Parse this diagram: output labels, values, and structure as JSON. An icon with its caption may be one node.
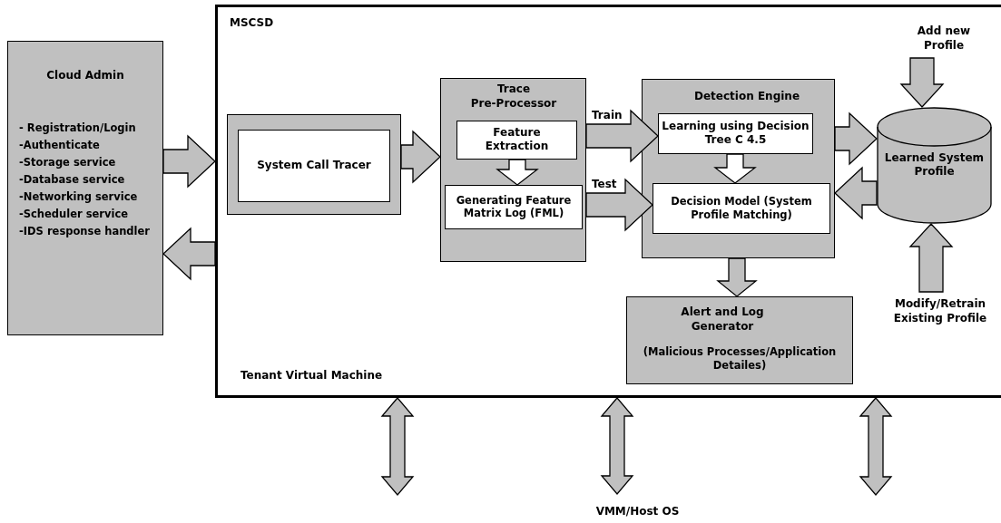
{
  "diagram": {
    "nodes": [
      {
        "text": [
          "MSCSD",
          "Tenant Virtual Machine"
        ]
      },
      {
        "text": [
          "Cloud Admin",
          "- Registration/Login",
          "-Authenticate",
          "-Storage service",
          "-Database service",
          "-Networking service",
          "-Scheduler service",
          "-IDS response handler"
        ]
      },
      {
        "text": [],
        "shape": "box",
        "in": 0
      },
      {
        "text": [
          "System Call Tracer"
        ],
        "in": 2
      },
      {
        "text": [
          "Trace Pre-Processor"
        ],
        "in": 0
      },
      {
        "text": [
          "Feature Extraction"
        ],
        "in": 4
      },
      {
        "text": [
          "Generating Feature Matrix Log (FML)"
        ],
        "in": 4
      },
      {
        "text": [
          "Detection Engine"
        ],
        "in": 0
      },
      {
        "text": [
          "Learning using Decision Tree C 4.5"
        ],
        "in": 7
      },
      {
        "text": [
          "Decision Model (System Profile Matching)"
        ],
        "in": 7
      },
      {
        "text": [
          "Learned System Profile"
        ],
        "in": 0
      },
      {
        "text": [
          "Alert and Log Generator",
          "(Malicious Processes/Application Detailes)"
        ],
        "in": 0
      },
      {
        "text": [
          "Add new Profile"
        ],
        "in": 0
      },
      {
        "text": [
          "Modify/Retrain Existing Profile"
        ],
        "in": 0
      },
      {
        "text": [
          "VMM/Host OS"
        ]
      }
    ],
    "edges": [
      {
        "from": 1,
        "to": 0,
        "arrow": "to"
      },
      {
        "from": 0,
        "to": 1,
        "arrow": "to"
      },
      {
        "from": 2,
        "to": 4,
        "arrow": "to"
      },
      {
        "from": 5,
        "to": 6,
        "arrow": "to",
        "color": "#ffffff"
      },
      {
        "from": 4,
        "to": 8,
        "arrow": "to",
        "label": "Train"
      },
      {
        "from": 4,
        "to": 9,
        "arrow": "to",
        "label": "Test"
      },
      {
        "from": 8,
        "to": 9,
        "arrow": "to",
        "color": "#ffffff"
      },
      {
        "from": 7,
        "to": 10,
        "arrow": "to"
      },
      {
        "from": 10,
        "to": 7,
        "arrow": "to"
      },
      {
        "from": 7,
        "to": 11,
        "arrow": "to"
      },
      {
        "from": 12,
        "to": 10,
        "arrow": "to"
      },
      {
        "from": 13,
        "to": 10,
        "arrow": "to"
      },
      {
        "from": 0,
        "to": null,
        "arrow": "both"
      },
      {
        "from": 0,
        "to": 14,
        "arrow": "both"
      },
      {
        "from": 0,
        "to": null,
        "arrow": "both"
      }
    ]
  }
}
